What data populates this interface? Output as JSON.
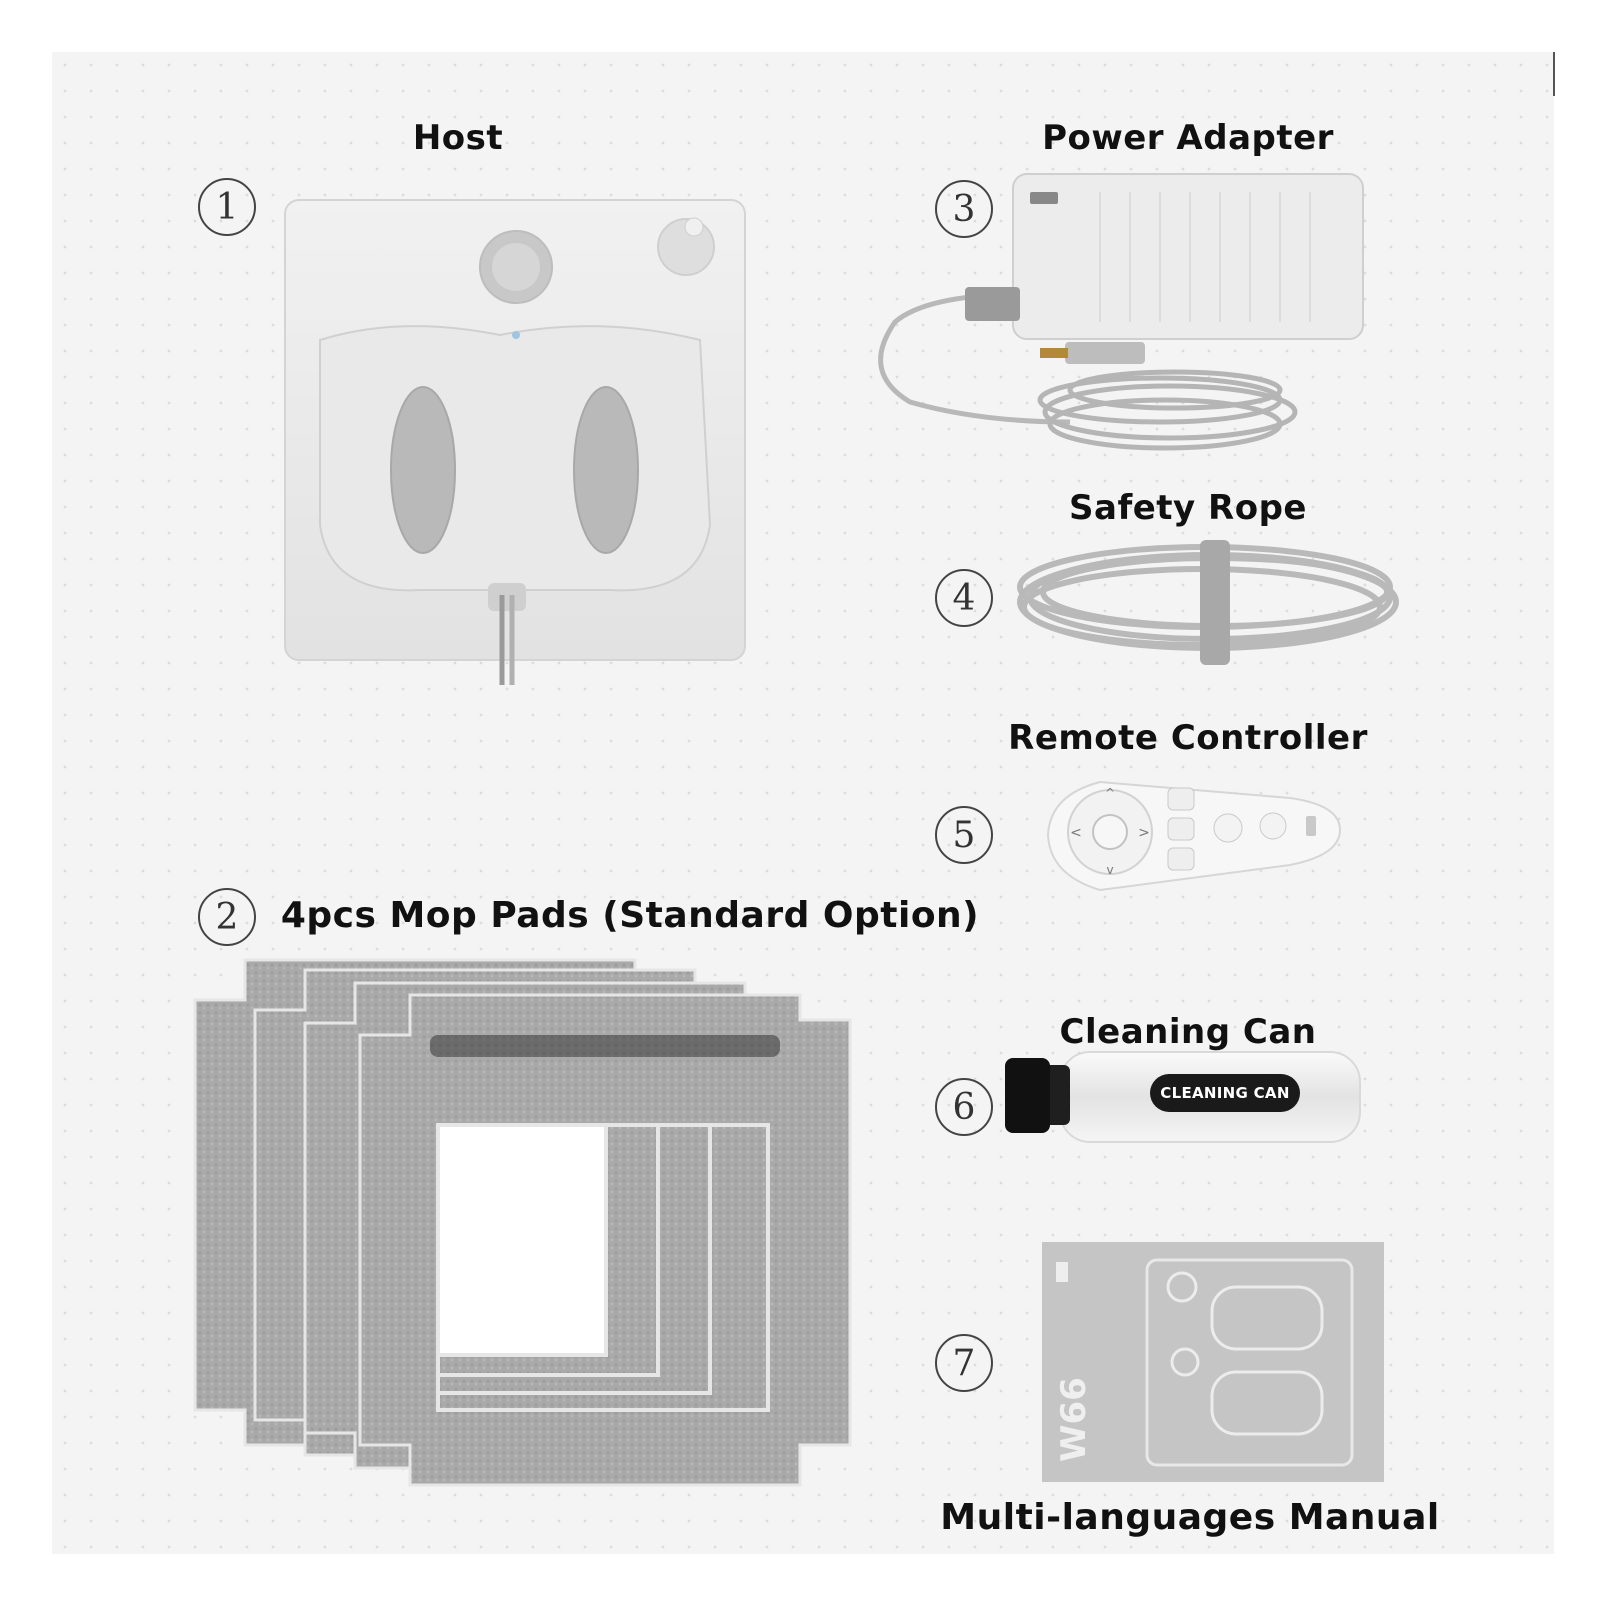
{
  "items": [
    {
      "number": "1",
      "label": "Host"
    },
    {
      "number": "2",
      "label": "4pcs Mop Pads (Standard Option)"
    },
    {
      "number": "3",
      "label": "Power Adapter"
    },
    {
      "number": "4",
      "label": "Safety Rope"
    },
    {
      "number": "5",
      "label": "Remote Controller"
    },
    {
      "number": "6",
      "label": "Cleaning Can"
    },
    {
      "number": "7",
      "label": "Multi-languages Manual"
    }
  ],
  "can_label": "CLEANING CAN",
  "manual_cover_text": "W66"
}
